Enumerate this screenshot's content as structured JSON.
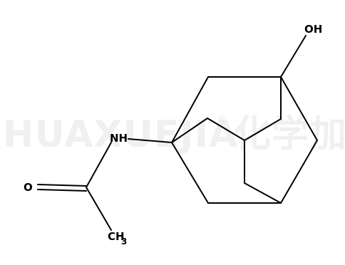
{
  "watermark": {
    "text": "HUAXUEJIA",
    "registered_mark": "®",
    "cjk_text": "化学加"
  },
  "molecule": {
    "atoms": {
      "oh": "OH",
      "nh": "NH",
      "o": "O",
      "ch": "CH",
      "ch_sub": "3"
    }
  }
}
